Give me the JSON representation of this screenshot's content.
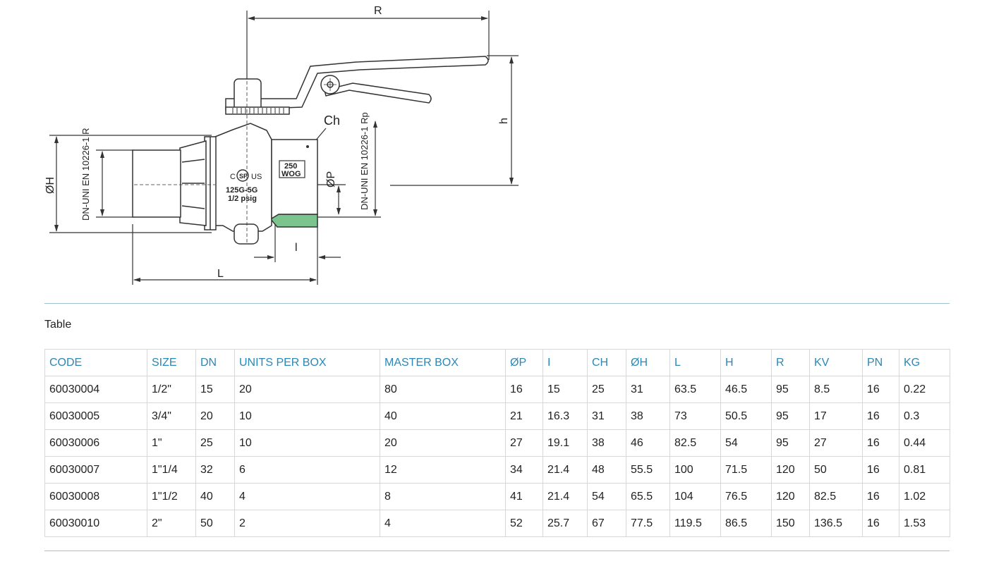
{
  "drawing": {
    "labels": {
      "R": "R",
      "h": "h",
      "Ch": "Ch",
      "oH": "ØH",
      "oP": "ØP",
      "l": "l",
      "L": "L",
      "male_thread": "DN-UNI EN 10226-1 R",
      "female_thread": "DN-UNI EN 10226-1 Rp"
    },
    "markings": {
      "csa_left": "C",
      "csa_mark": "SP",
      "csa_right": "US",
      "rating_line1": "125G-5G",
      "rating_line2": "1/2 psig",
      "wog_line1": "250",
      "wog_line2": "WOG"
    },
    "colors": {
      "line": "#333333",
      "seal_green": "#7cc48e"
    }
  },
  "table": {
    "caption": "Table",
    "headers": [
      "CODE",
      "SIZE",
      "DN",
      "UNITS PER BOX",
      "MASTER BOX",
      "ØP",
      "I",
      "CH",
      "ØH",
      "L",
      "H",
      "R",
      "KV",
      "PN",
      "KG"
    ],
    "rows": [
      [
        "60030004",
        "1/2\"",
        "15",
        "20",
        "80",
        "16",
        "15",
        "25",
        "31",
        "63.5",
        "46.5",
        "95",
        "8.5",
        "16",
        "0.22"
      ],
      [
        "60030005",
        "3/4\"",
        "20",
        "10",
        "40",
        "21",
        "16.3",
        "31",
        "38",
        "73",
        "50.5",
        "95",
        "17",
        "16",
        "0.3"
      ],
      [
        "60030006",
        "1\"",
        "25",
        "10",
        "20",
        "27",
        "19.1",
        "38",
        "46",
        "82.5",
        "54",
        "95",
        "27",
        "16",
        "0.44"
      ],
      [
        "60030007",
        "1\"1/4",
        "32",
        "6",
        "12",
        "34",
        "21.4",
        "48",
        "55.5",
        "100",
        "71.5",
        "120",
        "50",
        "16",
        "0.81"
      ],
      [
        "60030008",
        "1\"1/2",
        "40",
        "4",
        "8",
        "41",
        "21.4",
        "54",
        "65.5",
        "104",
        "76.5",
        "120",
        "82.5",
        "16",
        "1.02"
      ],
      [
        "60030010",
        "2\"",
        "50",
        "2",
        "4",
        "52",
        "25.7",
        "67",
        "77.5",
        "119.5",
        "86.5",
        "150",
        "136.5",
        "16",
        "1.53"
      ]
    ],
    "colors": {
      "header_text": "#2b87b6",
      "border": "#d7d7d7",
      "rule": "#9fc2cf"
    }
  }
}
